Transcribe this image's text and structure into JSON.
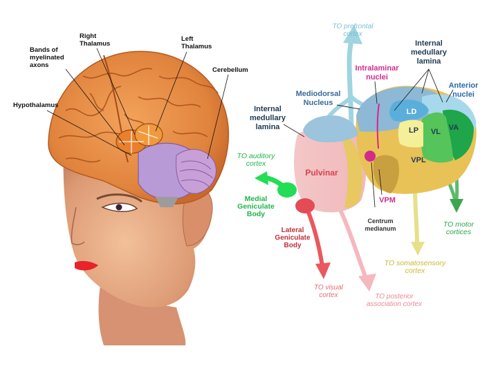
{
  "head_labels": {
    "right_thalamus": "Right\nThalamus",
    "left_thalamus": "Left\nThalamus",
    "bands": "Bands of\nmyelinated\naxons",
    "cerebellum": "Cerebellum",
    "hypothalamus": "Hypothalamus"
  },
  "thalamus_labels": {
    "to_prefrontal": "TO prefrontal\ncortex",
    "internal_lamina_top": "Internal\nmedullary\nlamina",
    "intralaminar": "Intralaminar\nnuclei",
    "anterior": "Anterior\nnuclei",
    "mediodorsal": "Mediodorsal\nNucleus",
    "internal_lamina_left": "Internal\nmedullary\nlamina",
    "ld": "LD",
    "lp": "LP",
    "vl": "VL",
    "va": "VA",
    "vpl": "VPL",
    "vpm": "VPM",
    "pulvinar": "Pulvinar",
    "to_auditory": "TO auditory\ncortex",
    "medial_geniculate": "Medial\nGeniculate\nBody",
    "centrum_medianum": "Centrum\nmedianum",
    "lateral_geniculate": "Lateral\nGeniculate\nBody",
    "to_motor": "TO motor\ncortices",
    "to_somatosensory": "TO somatosensory\ncortex",
    "to_visual": "TO visual\ncortex",
    "to_posterior": "TO posterior\nassociation cortex"
  }
}
